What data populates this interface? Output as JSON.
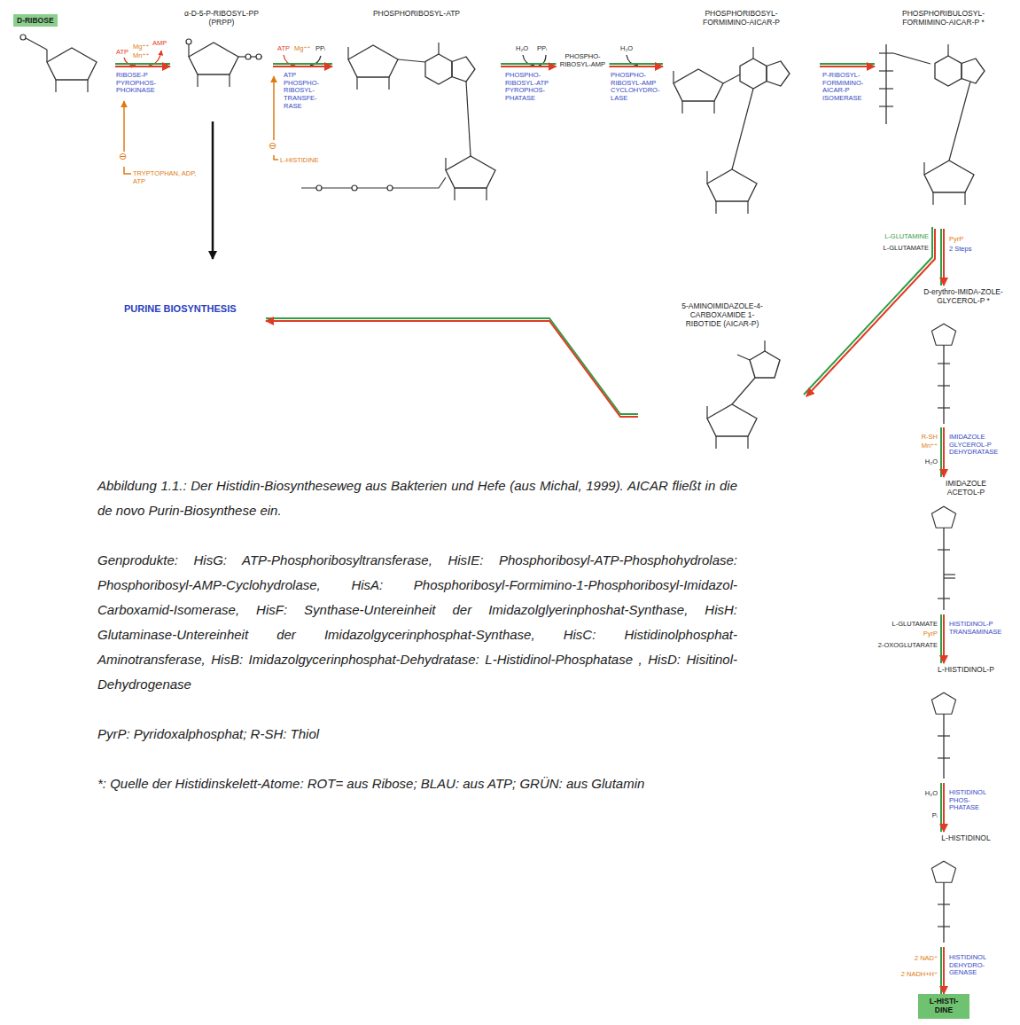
{
  "diagram": {
    "caption": "Abbildung 1.1.: Der Histidin-Biosyntheseweg aus Bakterien und Hefe (aus Michal, 1999). AICAR fließt in die de novo Purin-Biosynthese ein.",
    "nodes": [
      {
        "text": [
          "D-RIBOSE"
        ]
      },
      {
        "text": [
          "α-D-5-P-RIBOSYL-PP (PRPP)"
        ]
      },
      {
        "text": [
          "PHOSPHORIBOSYL-ATP"
        ]
      },
      {
        "text": [
          "PHOSPHO-RIBOSYL-AMP"
        ]
      },
      {
        "text": [
          "PHOSPHORIBOSYL-FORMIMINO-AICAR-P"
        ]
      },
      {
        "text": [
          "PHOSPHORIBULOSYL-FORMIMINO-AICAR-P *"
        ]
      },
      {
        "text": [
          "D-erythro-IMIDA-ZOLE-GLYCEROL-P *"
        ]
      },
      {
        "text": [
          "5-AMINOIMIDAZOLE-4-CARBOXAMIDE 1-RIBOTIDE (AICAR-P)"
        ]
      },
      {
        "text": [
          "PURINE BIOSYNTHESIS"
        ]
      },
      {
        "text": [
          "IMIDAZOLE ACETOL-P"
        ]
      },
      {
        "text": [
          "L-HISTIDINOL-P"
        ]
      },
      {
        "text": [
          "L-HISTIDINOL"
        ]
      },
      {
        "text": [
          "L-HISTI-DINE"
        ]
      }
    ],
    "edges": [
      {
        "from": 0,
        "to": 1,
        "label": "RIBOSE-P PYROPHOS-PHOKINASE",
        "arrow": "to"
      },
      {
        "from": 1,
        "to": 2,
        "label": "ATP PHOSPHO-RIBOSYL-TRANSFE-RASE",
        "arrow": "to"
      },
      {
        "from": 2,
        "to": 3,
        "label": "PHOSPHO-RIBOSYL-ATP PYROPHOS-PHATASE",
        "arrow": "to"
      },
      {
        "from": 3,
        "to": 4,
        "label": "PHOSPHO-RIBOSYL-AMP CYCLOHYDRO-LASE",
        "arrow": "to"
      },
      {
        "from": 4,
        "to": 5,
        "label": "P-RIBOSYL-FORMIMINO-AICAR-P ISOMERASE",
        "arrow": "to"
      },
      {
        "from": 5,
        "to": 6,
        "label": "2 Steps",
        "arrow": "to"
      },
      {
        "from": 5,
        "to": 7,
        "arrow": "to"
      },
      {
        "from": 7,
        "to": 8,
        "arrow": "to"
      },
      {
        "from": 6,
        "to": 9,
        "label": "IMIDAZOLE GLYCEROL-P DEHYDRATASE",
        "arrow": "to"
      },
      {
        "from": 9,
        "to": 10,
        "label": "HISTIDINOL-P TRANSAMINASE",
        "arrow": "to"
      },
      {
        "from": 10,
        "to": 11,
        "label": "HISTIDINOL PHOS-PHATASE",
        "arrow": "to"
      },
      {
        "from": 11,
        "to": 12,
        "label": "HISTIDINOL DEHYDRO-GENASE",
        "arrow": "to"
      }
    ],
    "labels": [
      "ATP",
      "Mg⁺⁺",
      "Mn⁺⁺",
      "AMP",
      "TRYPTOPHAN, ADP, ATP",
      "⊖",
      "ATP",
      "Mg⁺⁺",
      "PPᵢ",
      "⊖",
      "L-HISTIDINE",
      "H₂O",
      "PPᵢ",
      "H₂O",
      "L-GLUTAMINE",
      "L-GLUTAMATE",
      "PyrP",
      "R-SH",
      "Mn⁺⁺",
      "H₂O",
      "L-GLUTAMATE",
      "PyrP",
      "2-OXOGLUTARATE",
      "H₂O",
      "Pᵢ",
      "2 NAD⁺",
      "2 NADH+H⁺",
      "Genprodukte: HisG: ATP-Phosphoribosyltransferase, HisIE: Phosphoribosyl-ATP-Phosphohydrolase: Phosphoribosyl-AMP-Cyclohydrolase, HisA: Phosphoribosyl-Formimino-1-Phosphoribosyl-Imidazol-Carboxamid-Isomerase, HisF: Synthase-Untereinheit der Imidazolglyerinphoshat-Synthase, HisH: Glutaminase-Untereinheit der Imidazolgycerinphosphat-Synthase, HisC: Histidinolphosphat-Aminotransferase, HisB: Imidazolgycerinphosphat-Dehydratase: L-Histidinol-Phosphatase , HisD: Hisitinol-Dehydrogenase",
      "PyrP: Pyridoxalphosphat; R-SH: Thiol",
      "*: Quelle der Histidinskelett-Atome: ROT= aus Ribose; BLAU: aus ATP; GRÜN: aus Glutamin"
    ]
  }
}
